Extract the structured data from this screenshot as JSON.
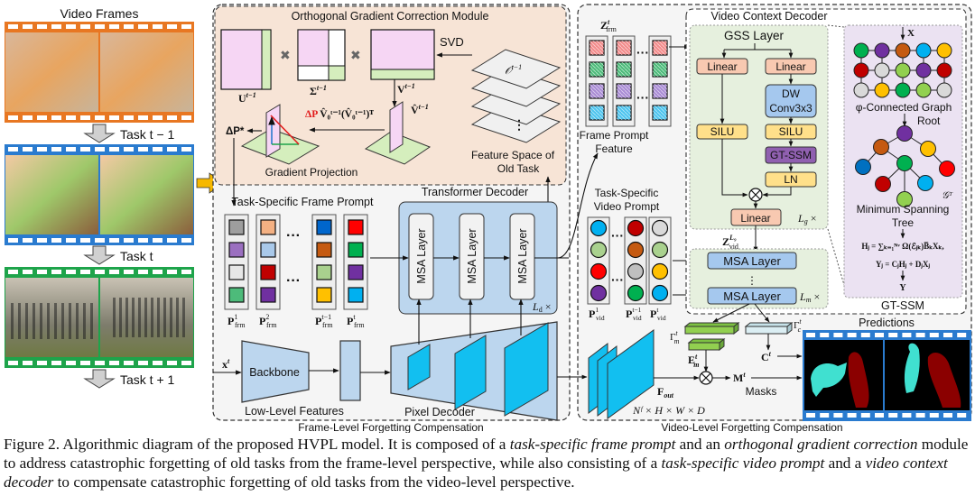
{
  "figure": {
    "left_panel": {
      "title": "Video Frames",
      "tasks": [
        "Task t − 1",
        "Task t",
        "Task t + 1"
      ],
      "filmstrips": [
        {
          "name": "kittens",
          "border_color": "#e87722"
        },
        {
          "name": "parakeets",
          "border_color": "#2a7bcf"
        },
        {
          "name": "zebras",
          "border_color": "#1ea44b"
        }
      ]
    },
    "ogc_module": {
      "title": "Orthogonal Gradient Correction Module",
      "u_label": "U",
      "u_sup": "t−1",
      "sigma_label": "Σ",
      "sigma_sup": "t−1",
      "v_label": "V",
      "v_sup": "t−1",
      "svd_label": "SVD",
      "o_label": "𝒪",
      "o_sup": "t−1",
      "vhat_label": "V̂",
      "vhat_sub": "0",
      "vhat_sup": "t−1",
      "formula_red": "ΔP",
      "formula_rest": "V̂₀ᵗ⁻¹(V̂₀ᵗ⁻¹)ᵀ",
      "dp_star": "ΔP*",
      "gradient_projection": "Gradient Projection",
      "feature_space_line1": "Feature Space of",
      "feature_space_line2": "Old Task",
      "dots": "⋮"
    },
    "frame_prompt": {
      "title": "Task-Specific Frame Prompt",
      "columns": [
        {
          "label": "P",
          "sub": "frm",
          "sup": "1",
          "colors": [
            "#9e9e9e",
            "#9b6fc0",
            "#e6e6e6",
            "#4dbb7a"
          ]
        },
        {
          "label": "P",
          "sub": "frm",
          "sup": "2",
          "colors": [
            "#f4b183",
            "#a9c9ea",
            "#c00000",
            "#7030a0"
          ]
        },
        {
          "label": "P",
          "sub": "frm",
          "sup": "t−1",
          "colors": [
            "#0066cc",
            "#c55a11",
            "#a9d18e",
            "#ffc000"
          ]
        },
        {
          "label": "P",
          "sub": "frm",
          "sup": "t",
          "colors": [
            "#ff0000",
            "#00b050",
            "#7030a0",
            "#00b0f0"
          ]
        }
      ],
      "ellipsis": "···"
    },
    "transformer_decoder": {
      "title": "Transformer Decoder",
      "layers": [
        "MSA Layer",
        "MSA Layer",
        "MSA Layer"
      ],
      "repeat_label": "L",
      "repeat_sub": "d",
      "repeat_x": "×"
    },
    "backbone": {
      "input_label": "x",
      "input_sub": "i",
      "input_sup": "t",
      "backbone_label": "Backbone",
      "low_level_label": "Low-Level Features",
      "pixel_decoder_label": "Pixel Decoder"
    },
    "frame_level_label": "Frame-Level Forgetting Compensation",
    "frame_prompt_feature": {
      "z_label": "Z",
      "z_sub": "frm",
      "z_sup": "t",
      "line1": "Frame Prompt",
      "line2": "Feature",
      "colors": [
        "#f28b8b",
        "#4dbb7a",
        "#a98bd4",
        "#4dc4ee"
      ]
    },
    "video_prompt": {
      "title_line1": "Task-Specific",
      "title_line2": "Video Prompt",
      "columns": [
        {
          "label": "P",
          "sub": "vid",
          "sup": "1",
          "colors": [
            "#00b0f0",
            "#a9d18e",
            "#ff0000",
            "#7030a0"
          ]
        },
        {
          "label": "P",
          "sub": "vid",
          "sup": "t−1",
          "colors": [
            "#c00000",
            "#c55a11",
            "#bfbfbf",
            "#00b050"
          ]
        },
        {
          "label": "P",
          "sub": "vid",
          "sup": "t",
          "colors": [
            "#d9d9d9",
            "#a9d18e",
            "#ffc000",
            "#00b0f0"
          ]
        }
      ]
    },
    "video_context_decoder": {
      "title": "Video Context Decoder",
      "gss_title": "GSS Layer",
      "linear_left": "Linear",
      "linear_right": "Linear",
      "dwconv_line1": "DW",
      "dwconv_line2": "Conv3x3",
      "silu_left": "SILU",
      "silu_right": "SILU",
      "gtssm": "GT-SSM",
      "ln": "LN",
      "linear_out": "Linear",
      "lg_label": "L",
      "lg_sub": "g",
      "z_vid_label": "Z",
      "z_vid_sub": "vid",
      "z_vid_sup": "L₉",
      "msa_layer_1": "MSA Layer",
      "msa_layer_2": "MSA Layer",
      "lm_label": "L",
      "lm_sub": "m",
      "repeat_x": "×"
    },
    "gt_ssm_panel": {
      "x_label": "X",
      "graph_label": "φ-Connected Graph",
      "grid_colors": [
        [
          "#00b050",
          "#7030a0",
          "#c55a11",
          "#00b0f0",
          "#ffc000"
        ],
        [
          "#c00000",
          "#d9d9d9",
          "#92d050",
          "#7030a0",
          "#c00000"
        ],
        [
          "#d9d9d9",
          "#ffc000",
          "#00b050",
          "#92d050",
          "#d9d9d9"
        ]
      ],
      "root_label": "Root",
      "tree_colors": {
        "root": "#7030a0",
        "left": "#c55a11",
        "right": "#ffc000",
        "ll": "#0070c0",
        "mid": "#00b050",
        "rr": "#ff0000",
        "ml": "#c00000",
        "mr": "#00b0f0",
        "mb": "#92d050"
      },
      "gt_label": "𝒢ᵀ",
      "mst_line1": "Minimum Spanning",
      "mst_line2": "Tree",
      "eq1": "Hⱼ = ∑ₖ₌₁ᴺᵛ Ω(ℰⱼₖ)B̅ₖXₖ,",
      "eq2": "Yⱼ = CⱼHⱼ + DⱼXⱼ",
      "y_label": "Y",
      "footer": "GT-SSM"
    },
    "outputs": {
      "gamma_m": "Γ",
      "gamma_m_sub": "m",
      "gamma_m_sup": "t",
      "gamma_c": "Γ",
      "gamma_c_sub": "c",
      "gamma_c_sup": "t",
      "e_label": "E",
      "e_sub": "m",
      "e_sup": "t",
      "c_label": "C",
      "c_sup": "t",
      "m_label": "M",
      "m_sup": "t",
      "f_out": "F",
      "f_out_sub": "out",
      "dims": "Nᶠ × H × W × D",
      "masks_label": "Masks",
      "predictions_label": "Predictions"
    },
    "video_level_label": "Video-Level Forgetting Compensation"
  },
  "caption": {
    "prefix": "Figure 2. Algorithmic diagram of the proposed HVPL model. It is composed of a ",
    "em1": "task-specific frame prompt",
    "mid1": " and an ",
    "em2": "orthogonal gradient correction",
    "mid2": " module to address catastrophic forgetting of old tasks from the frame-level perspective, while also consisting of a ",
    "em3": "task-specific video prompt",
    "mid3": " and a ",
    "em4": "video context decoder",
    "suffix": " to compensate catastrophic forgetting of old tasks from the video-level perspective."
  }
}
